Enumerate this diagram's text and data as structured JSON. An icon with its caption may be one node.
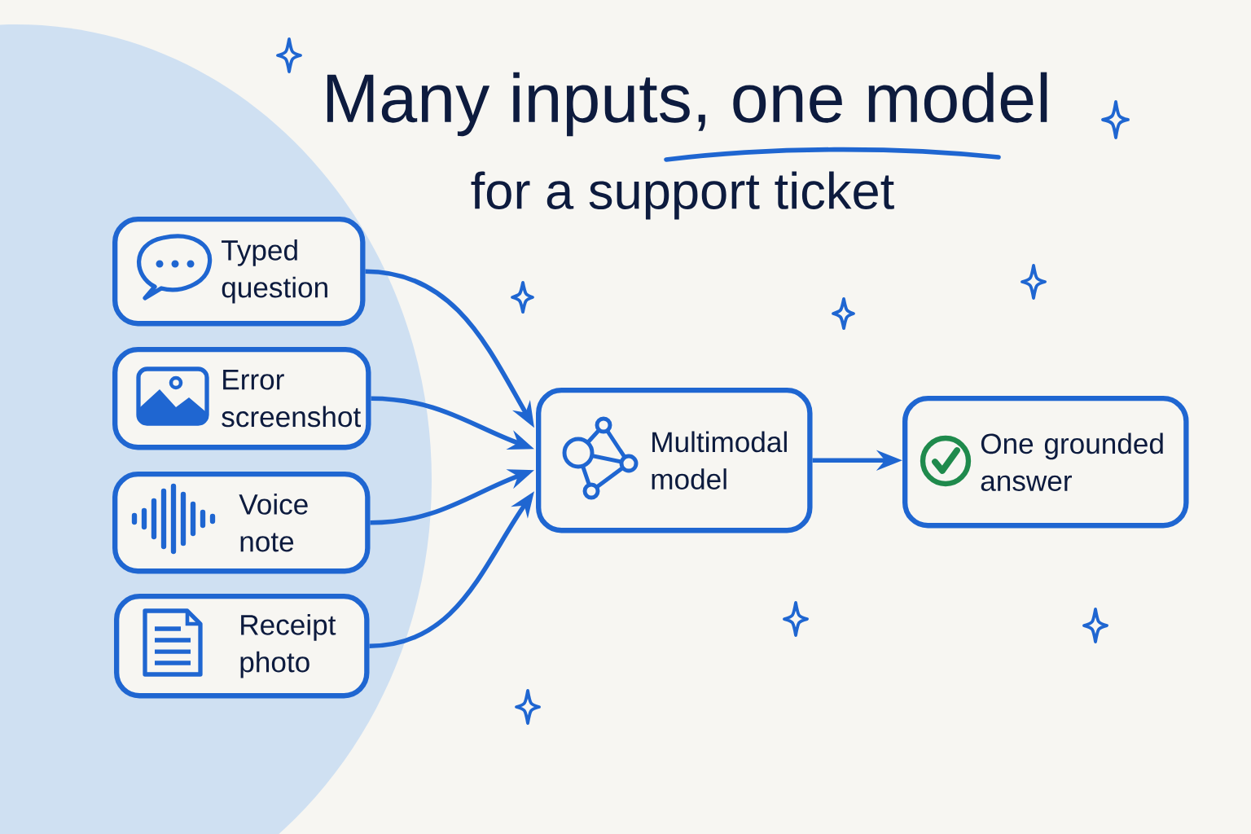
{
  "diagram": {
    "title": "Many inputs, one model",
    "nodes": [
      {
        "text": [
          "Typed question"
        ]
      },
      {
        "text": [
          "Error screenshot"
        ]
      },
      {
        "text": [
          "Voice note"
        ]
      },
      {
        "text": [
          "Receipt photo"
        ]
      },
      {
        "text": [
          "Multimodal model"
        ]
      },
      {
        "text": [
          "One grounded answer"
        ]
      }
    ],
    "edges": [
      {
        "from": 0,
        "to": 4,
        "arrow": "to"
      },
      {
        "from": 1,
        "to": 4,
        "arrow": "to"
      },
      {
        "from": 2,
        "to": 4,
        "arrow": "to"
      },
      {
        "from": 3,
        "to": 4,
        "arrow": "to"
      },
      {
        "from": 4,
        "to": 5,
        "arrow": "to"
      }
    ],
    "labels": [
      "for a support ticket"
    ]
  }
}
